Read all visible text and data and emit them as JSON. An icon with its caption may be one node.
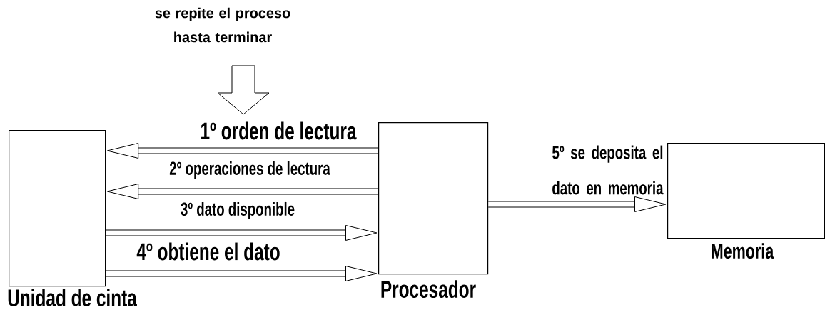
{
  "diagram": {
    "nodes": [
      {
        "text": [
          "Unidad de cinta"
        ]
      },
      {
        "text": [
          "Procesador"
        ]
      },
      {
        "text": [
          "Memoria"
        ]
      }
    ],
    "edges": [
      {
        "from": 1,
        "to": 0,
        "arrow": "to",
        "label": "1º orden de lectura"
      },
      {
        "from": 1,
        "to": 0,
        "arrow": "to",
        "label": "2º operaciones de lectura"
      },
      {
        "from": 0,
        "to": 1,
        "arrow": "to",
        "label": "3º dato disponible"
      },
      {
        "from": 0,
        "to": 1,
        "arrow": "to",
        "label": "4º obtiene el dato"
      },
      {
        "from": 1,
        "to": 2,
        "arrow": "to",
        "label": "5º se deposita el dato en memoria"
      }
    ],
    "labels": [
      "se repite el proceso hasta terminar"
    ]
  }
}
